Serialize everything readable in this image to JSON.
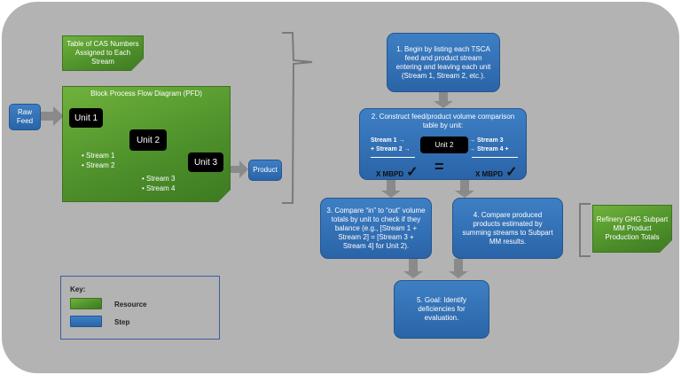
{
  "colors": {
    "resource": "#5a9e2f",
    "step": "#2f6fb8",
    "background": "#b3b3b3"
  },
  "cas_table": "Table of CAS Numbers Assigned to Each Stream",
  "pfd": {
    "title": "Block Process Flow Diagram (PFD)",
    "unit1": "Unit 1",
    "unit2": "Unit 2",
    "unit3": "Unit 3",
    "u2_streams": [
      "Stream 1",
      "Stream 2"
    ],
    "u3_streams": [
      "Stream 3",
      "Stream 4"
    ]
  },
  "raw_feed": "Raw Feed",
  "product": "Product",
  "steps": {
    "s1": "1. Begin by listing each TSCA feed and product stream entering and leaving each unit (Stream 1, Stream 2, etc.).",
    "s2": "2. Construct feed/product volume comparison table by unit:",
    "s3": "3. Compare “in” to “out” volume totals by unit to check if they balance (e.g., [Stream 1 + Stream 2] = [Stream 3 + Stream 4]  for Unit 2).",
    "s4": "4. Compare produced products estimated by summing streams to Subpart MM results.",
    "s5": "5. Goal: Identify deficiencies for evaluation."
  },
  "comparison": {
    "in1": "Stream 1",
    "in2": "Stream 2",
    "unit": "Unit 2",
    "out1": "Stream 3",
    "out2": "Stream 4",
    "left_total": "X MBPD",
    "right_total": "X MBPD",
    "equals": "=",
    "plus": "+",
    "check": "✓"
  },
  "ghg": "Refinery GHG Subpart MM Product Production Totals",
  "key": {
    "title": "Key:",
    "resource": "Resource",
    "step": "Step"
  }
}
